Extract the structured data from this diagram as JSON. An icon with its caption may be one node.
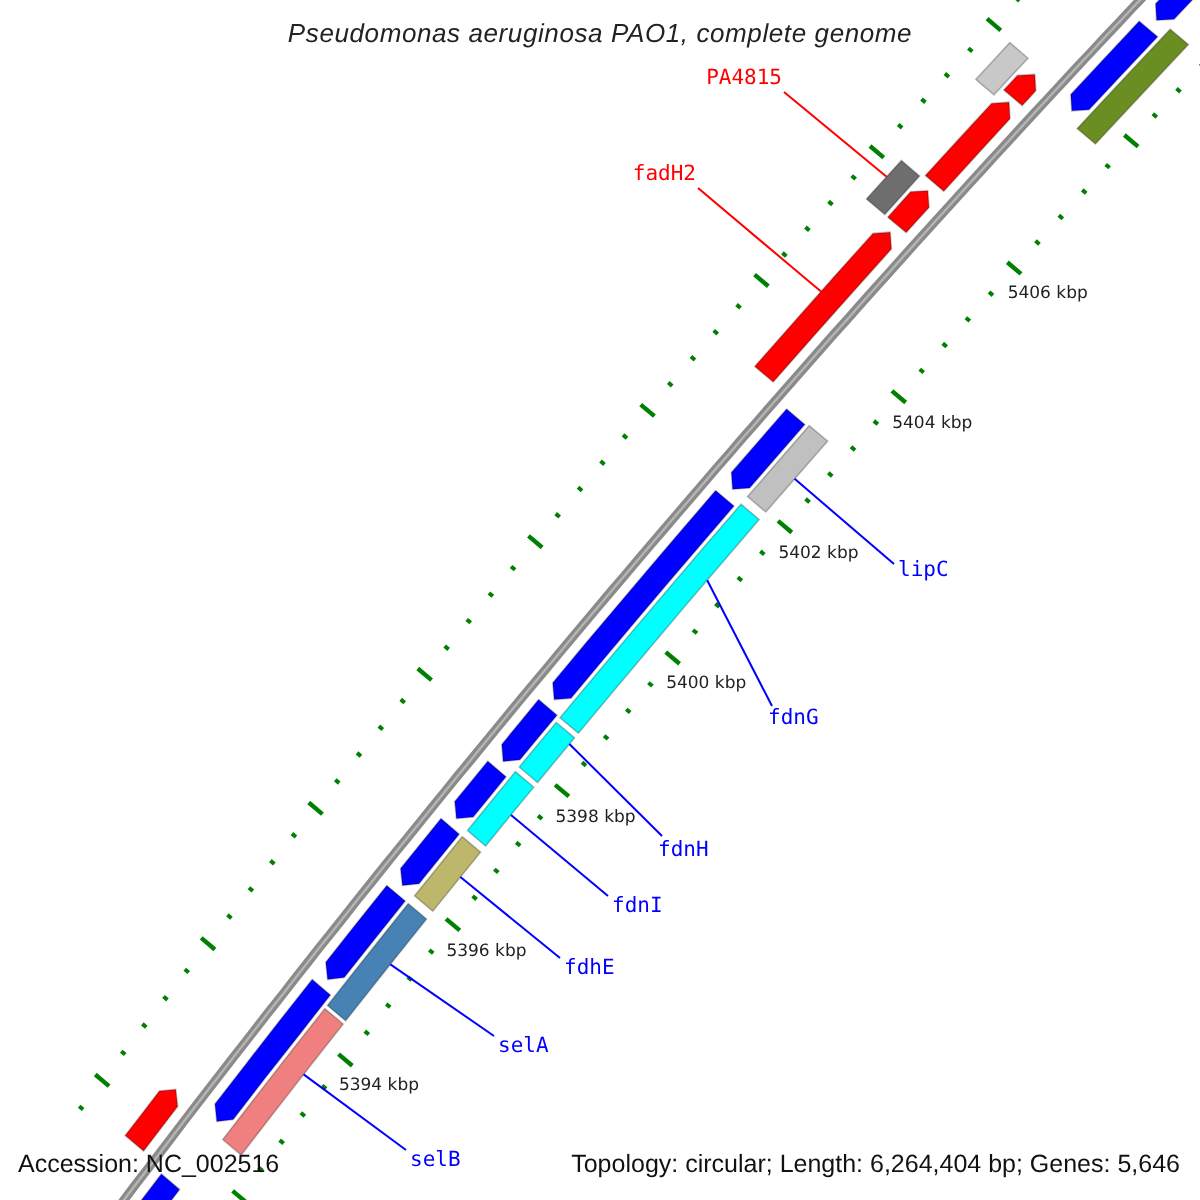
{
  "diagram": {
    "title": "Pseudomonas aeruginosa PAO1, complete genome",
    "nodes": [
      {
        "text": [
          "PA4815"
        ]
      },
      {
        "text": [
          "fadH2"
        ]
      },
      {
        "text": [
          "lipC"
        ]
      },
      {
        "text": [
          "fdnG"
        ]
      },
      {
        "text": [
          "fdnH"
        ]
      },
      {
        "text": [
          "fdnI"
        ]
      },
      {
        "text": [
          "fdhE"
        ]
      },
      {
        "text": [
          "selA"
        ]
      },
      {
        "text": [
          "selB"
        ]
      },
      {
        "text": [],
        "shape": "bar"
      },
      {
        "text": [],
        "shape": "arrow"
      },
      {
        "text": [],
        "shape": "bar"
      },
      {
        "text": [],
        "shape": "bar"
      },
      {
        "text": [],
        "shape": "bar"
      },
      {
        "text": [],
        "shape": "bar"
      },
      {
        "text": [],
        "shape": "bar"
      },
      {
        "text": [],
        "shape": "bar"
      },
      {
        "text": [],
        "shape": "bar"
      },
      {
        "text": [],
        "shape": "arrow"
      },
      {
        "text": [],
        "shape": "arrow"
      },
      {
        "text": [],
        "shape": "arrow"
      },
      {
        "text": [],
        "shape": "arrow"
      },
      {
        "text": [],
        "shape": "arrow"
      },
      {
        "text": [],
        "shape": "arrow"
      },
      {
        "text": [],
        "shape": "arrow"
      },
      {
        "text": [],
        "shape": "arrow"
      },
      {
        "text": [],
        "shape": "arrow"
      },
      {
        "text": [],
        "shape": "arrow"
      },
      {
        "text": [],
        "shape": "bar"
      },
      {
        "text": [],
        "shape": "arrow"
      },
      {
        "text": [],
        "shape": "arrow"
      },
      {
        "text": [],
        "shape": "arrow"
      },
      {
        "text": [],
        "shape": "arrow"
      },
      {
        "text": [],
        "shape": "bar"
      }
    ],
    "edges": [
      {
        "from": 0,
        "to": 9,
        "arrow": "none",
        "color": "#ff0000"
      },
      {
        "from": 1,
        "to": 10,
        "arrow": "none",
        "color": "#ff0000"
      },
      {
        "from": 2,
        "to": 11,
        "arrow": "none"
      },
      {
        "from": 3,
        "to": 12,
        "arrow": "none"
      },
      {
        "from": 4,
        "to": 13,
        "arrow": "none"
      },
      {
        "from": 5,
        "to": 14,
        "arrow": "none"
      },
      {
        "from": 6,
        "to": 15,
        "arrow": "none"
      },
      {
        "from": 7,
        "to": 16,
        "arrow": "none"
      },
      {
        "from": 8,
        "to": 17,
        "arrow": "none"
      }
    ],
    "labels": [
      "5406 kbp",
      "5404 kbp",
      "5402 kbp",
      "5400 kbp",
      "5398 kbp",
      "5396 kbp",
      "5394 kbp",
      "Accession: NC_002516",
      "Topology: circular; Length: 6,264,404 bp; Genes: 5,646"
    ]
  }
}
